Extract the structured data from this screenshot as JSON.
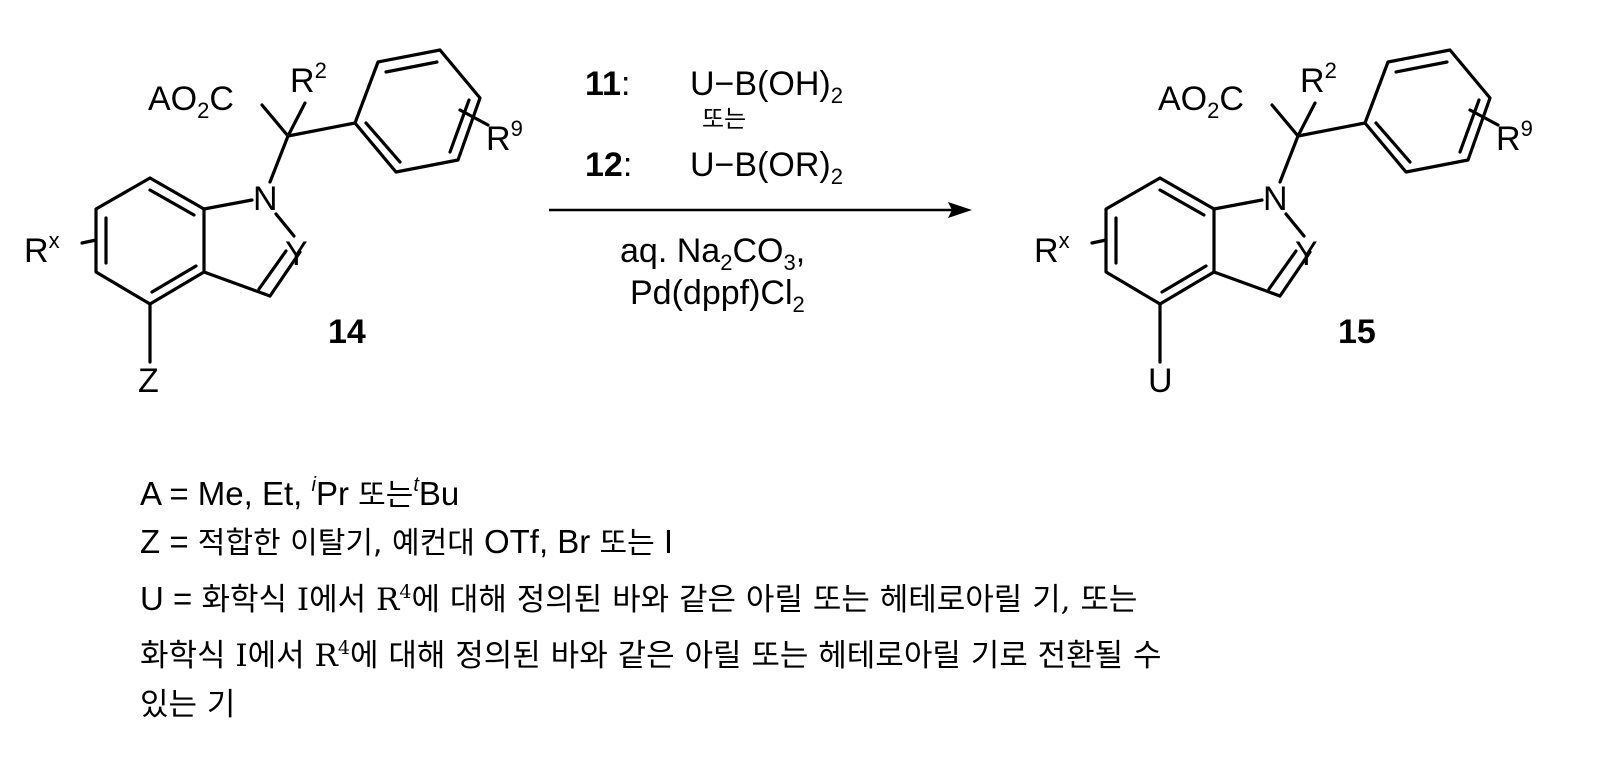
{
  "scheme": {
    "left_compound": {
      "number": "14",
      "ester": "AO",
      "ester_sub": "2",
      "ester_tail": "C",
      "r2": "R",
      "r2_sup": "2",
      "r9": "R",
      "r9_sup": "9",
      "rx": "R",
      "rx_sup": "x",
      "n": "N",
      "y": "Y",
      "substituent": "Z"
    },
    "right_compound": {
      "number": "15",
      "ester": "AO",
      "ester_sub": "2",
      "ester_tail": "C",
      "r2": "R",
      "r2_sup": "2",
      "r9": "R",
      "r9_sup": "9",
      "rx": "R",
      "rx_sup": "x",
      "n": "N",
      "y": "Y",
      "substituent": "U"
    },
    "reagents": {
      "reagent1_number": "11",
      "reagent1_colon": ":",
      "reagent1_formula": "U−B(OH)",
      "reagent1_sub": "2",
      "or_text": "또는",
      "reagent2_number": "12",
      "reagent2_colon": ":",
      "reagent2_formula": "U−B(OR)",
      "reagent2_sub": "2",
      "condition1_a": "aq. Na",
      "condition1_sub1": "2",
      "condition1_b": "CO",
      "condition1_sub2": "3",
      "condition1_c": ",",
      "condition2_a": "Pd(dppf)Cl",
      "condition2_sub": "2"
    }
  },
  "definitions": {
    "a_line": {
      "lead": "A = Me, Et, ",
      "sup_i": "i",
      "mid1": "Pr ",
      "or_kr": "또는",
      "sup_t": "t",
      "end": "Bu"
    },
    "z_line": {
      "lead": "Z = ",
      "kr": "적합한 이탈기, 예컨대",
      "end": " OTf, Br ",
      "or_kr": "또는",
      "tail": " I"
    },
    "u_line1": {
      "lead": "U = ",
      "text_a": "화학식 I에서 R",
      "sup": "4",
      "text_b": "에 대해 정의된 바와 같은 아릴 또는 헤테로아릴 기, 또는"
    },
    "u_line2": {
      "text_a": "화학식 I에서 R",
      "sup": "4",
      "text_b": "에 대해 정의된 바와 같은 아릴 또는 헤테로아릴 기로 전환될 수"
    },
    "u_line3": {
      "text": "있는 기"
    }
  }
}
